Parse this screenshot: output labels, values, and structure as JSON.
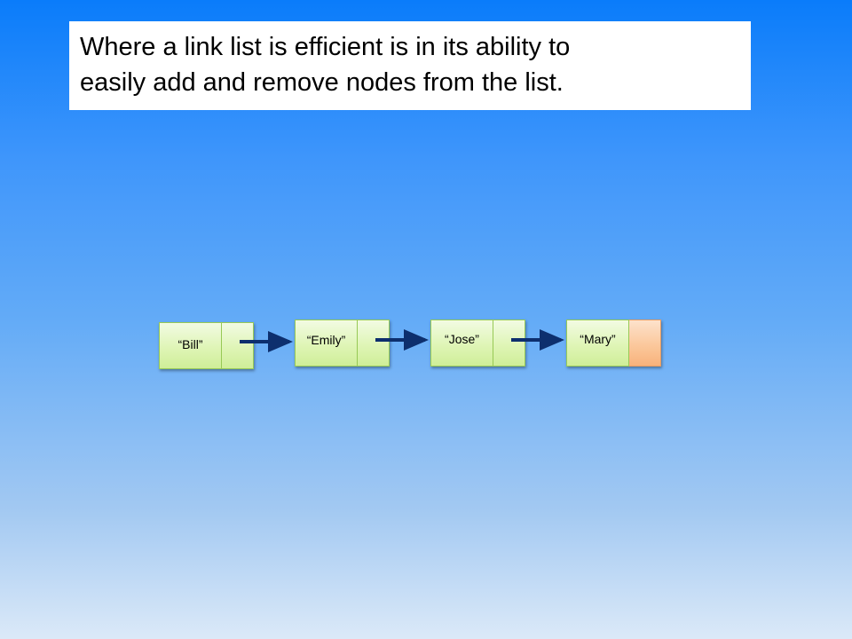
{
  "heading": {
    "line1": "Where a link list is efficient is in its ability to",
    "line2": "easily add and remove nodes from the list."
  },
  "nodes": [
    {
      "label": "“Bill”"
    },
    {
      "label": "“Emily”"
    },
    {
      "label": "“Jose”"
    },
    {
      "label": "“Mary”"
    }
  ],
  "colors": {
    "node_fill": "#dff5b6",
    "node_border": "#97c955",
    "null_pointer_fill": "#fbc89c",
    "arrow": "#0d2f6e",
    "background_top": "#0a7cfa",
    "background_bottom": "#dbe9f8"
  }
}
